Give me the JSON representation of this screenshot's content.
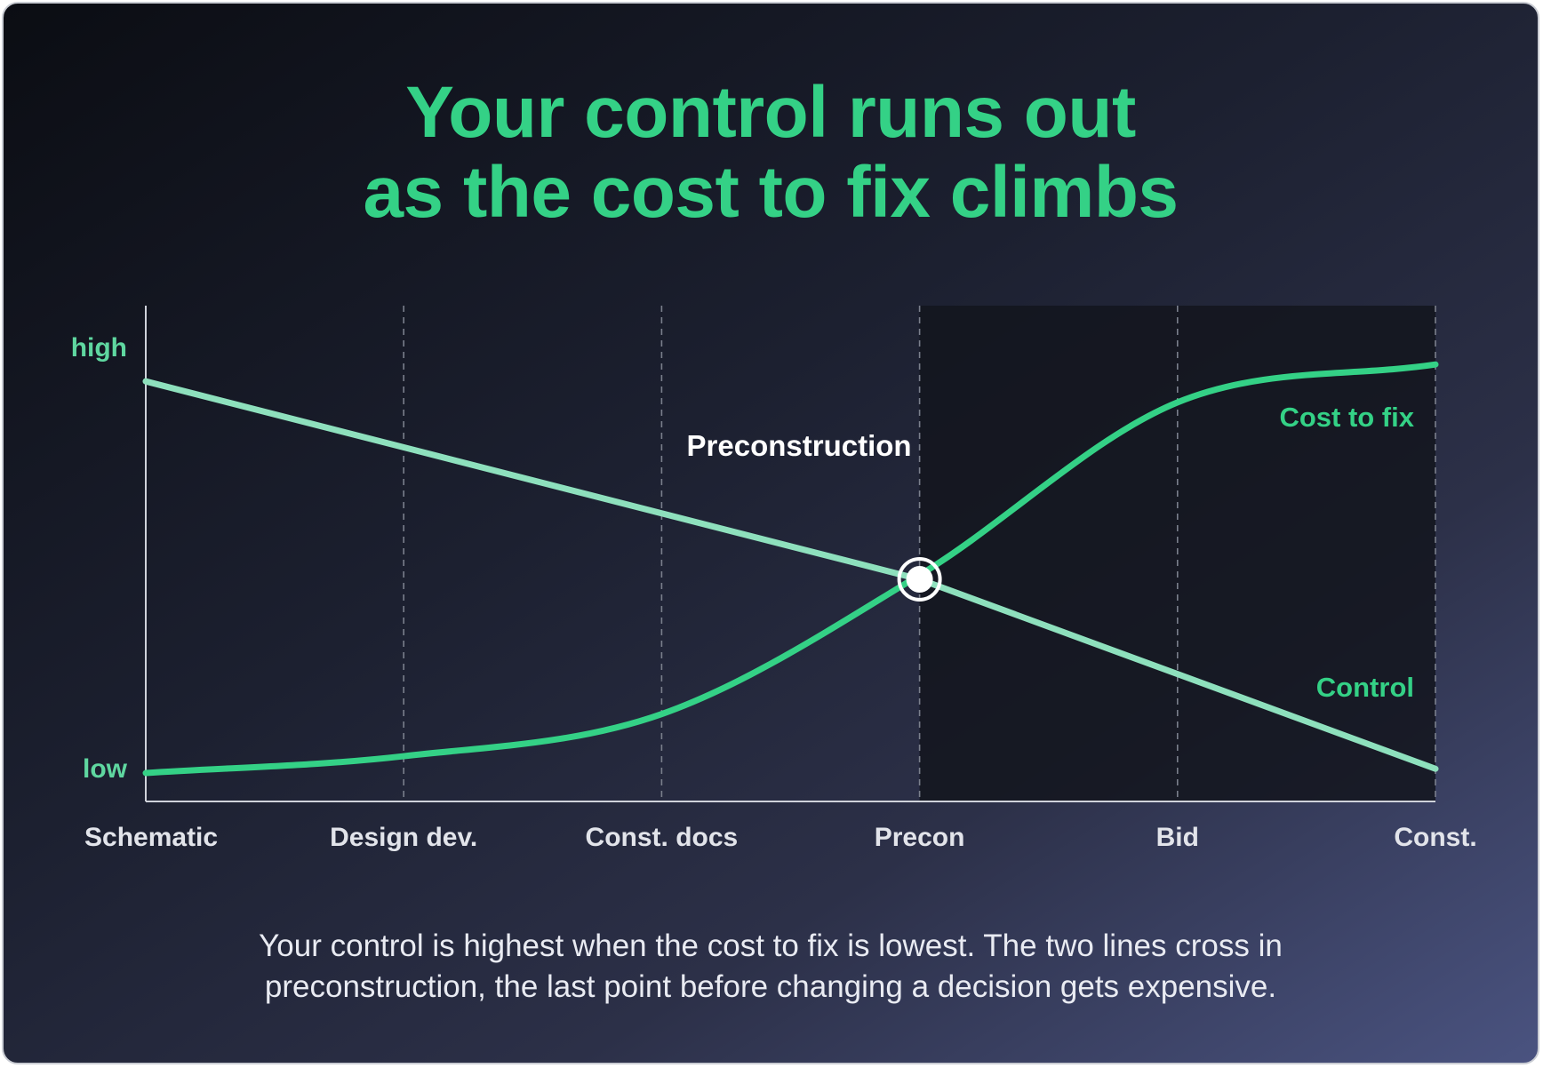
{
  "title": {
    "line1": "Your control runs out",
    "line2": "as the cost to fix climbs"
  },
  "caption": {
    "line1": "Your control is highest when the cost to fix is lowest. The two lines cross in",
    "line2": "preconstruction, the last point before changing a decision gets expensive."
  },
  "colors": {
    "accent": "#34d186",
    "control_line": "#8ee0bd",
    "shade": "#13151d",
    "grid": "#7a7f8c"
  },
  "chart_data": {
    "type": "line",
    "categories": [
      "Schematic",
      "Design dev.",
      "Const. docs",
      "Precon",
      "Bid",
      "Const."
    ],
    "y_tick_labels": [
      "high",
      "low"
    ],
    "ylim": [
      0,
      1
    ],
    "grid": "dashed vertical lines at each phase",
    "shaded_region": {
      "from": "Precon",
      "to": "Const."
    },
    "series": [
      {
        "name": "Control",
        "x": [
          0,
          3,
          5
        ],
        "values": [
          0.93,
          0.46,
          0.01
        ]
      },
      {
        "name": "Cost to fix",
        "x": [
          0,
          1,
          2,
          3,
          4,
          5
        ],
        "values": [
          0.0,
          0.04,
          0.14,
          0.47,
          0.88,
          0.97
        ]
      }
    ],
    "annotations": [
      {
        "text": "Preconstruction",
        "at": "Precon",
        "marker": "intersection of Control and Cost to fix"
      }
    ]
  }
}
